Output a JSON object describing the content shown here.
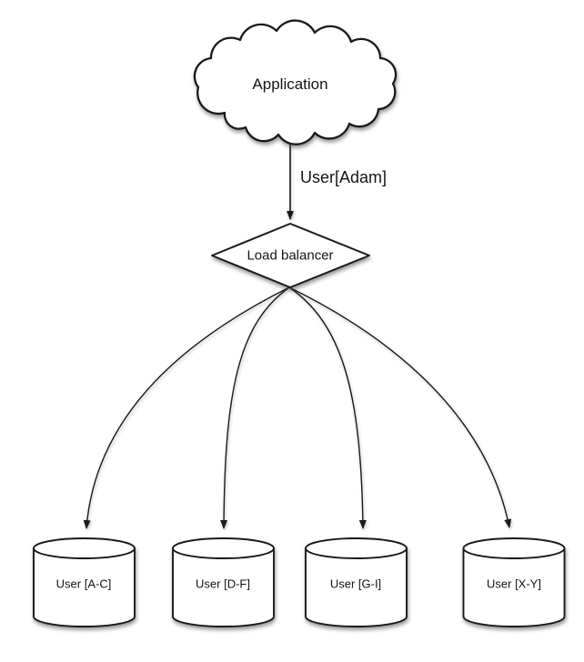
{
  "diagram": {
    "application": {
      "label": "Application",
      "shape": "cloud"
    },
    "edge_app_to_lb": {
      "label": "User[Adam]"
    },
    "load_balancer": {
      "label": "Load balancer",
      "shape": "diamond"
    },
    "shards": [
      {
        "label": "User [A-C]",
        "shape": "cylinder"
      },
      {
        "label": "User [D-F]",
        "shape": "cylinder"
      },
      {
        "label": "User [G-I]",
        "shape": "cylinder"
      },
      {
        "label": "User [X-Y]",
        "shape": "cylinder"
      }
    ]
  },
  "colors": {
    "stroke": "#1a1a1a",
    "shape_fill": "#ffffff",
    "background": "#ffffff",
    "text": "#141414",
    "shadow": "rgba(70,70,70,0.55)"
  }
}
